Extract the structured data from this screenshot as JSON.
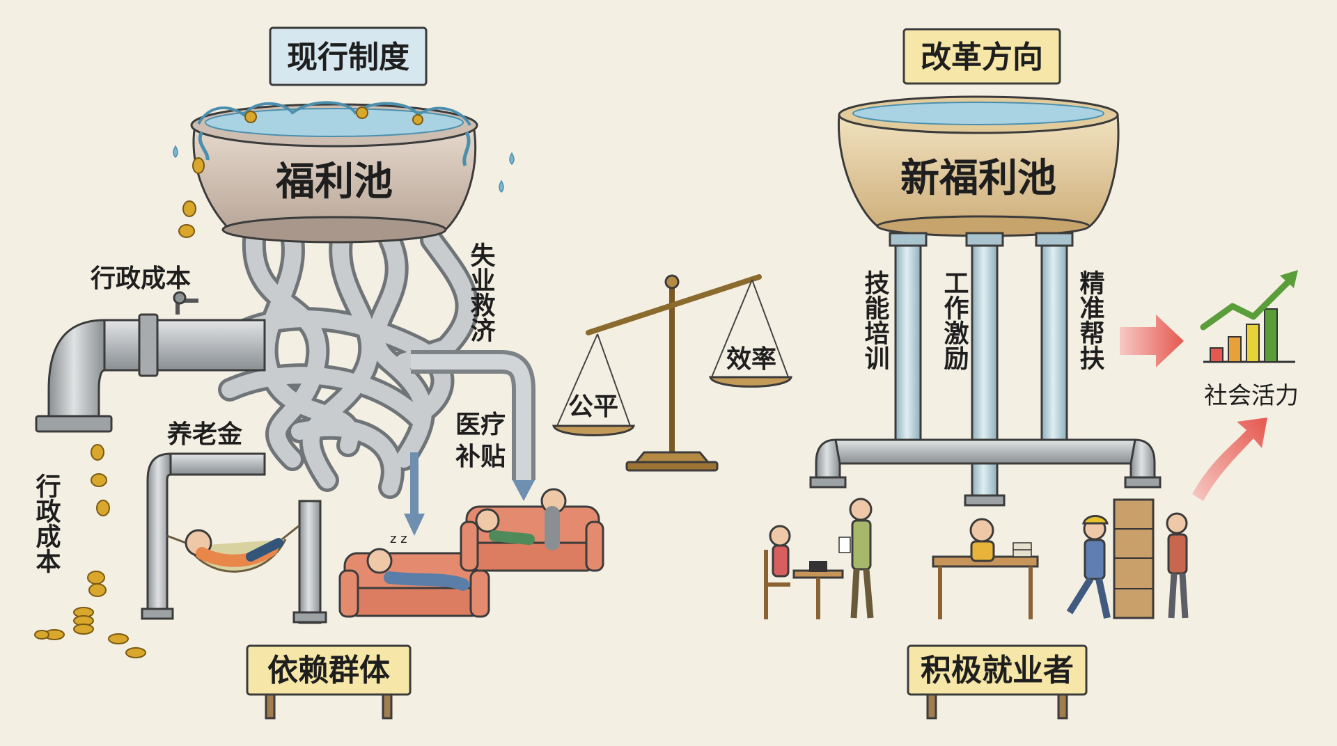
{
  "left_panel": {
    "title": "现行制度",
    "pool_label": "福利池",
    "labels": {
      "admin_cost_top": "行政成本",
      "admin_cost_side": "行政成本",
      "unemployment": "失业救济",
      "pension": "养老金",
      "medical": [
        "医疗",
        "补贴"
      ]
    },
    "sign": "依赖群体"
  },
  "center": {
    "scale_left": "公平",
    "scale_right": "效率"
  },
  "right_panel": {
    "title": "改革方向",
    "pool_label": "新福利池",
    "pillars": [
      "技能培训",
      "工作激励",
      "精准帮扶"
    ],
    "outcome": "社会活力",
    "sign": "积极就业者"
  },
  "colors": {
    "background": "#f4efe3",
    "sign_blue": "#d6e7ef",
    "sign_yellow": "#f6e7a8",
    "pipe_grey": "#b9bdc0",
    "pillar_blue": "#bcd3dc",
    "arrow_red": "#e8736a",
    "chart_green": "#5a9e3a"
  }
}
